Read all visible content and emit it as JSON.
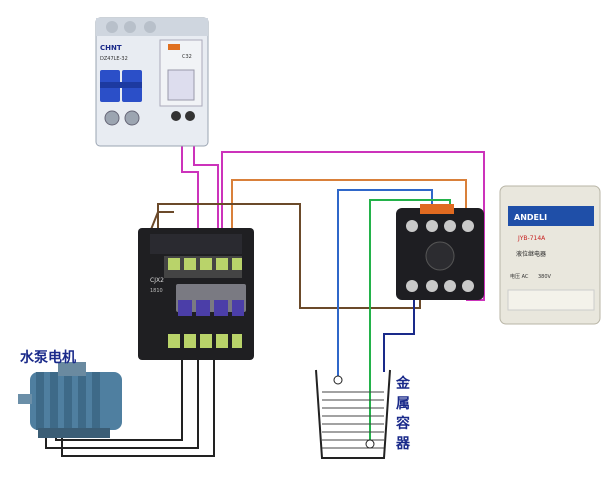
{
  "labels": {
    "pump_motor": "水泵电机",
    "metal_container": [
      "金",
      "属",
      "容",
      "器"
    ]
  },
  "breaker": {
    "brand": "CHNT",
    "model": "DZ47LE-32",
    "rating": "C32"
  },
  "contactor": {
    "brand": "CJX2",
    "model": "1810"
  },
  "relay": {
    "brand": "ANDELI",
    "model": "JYB-714A",
    "name": "液位继电器",
    "voltage_label": "电压 AC",
    "voltage_value": "380V"
  },
  "wire_colors": {
    "magenta": "#cc33bb",
    "orange": "#d9803a",
    "brown": "#6b4a2a",
    "blue": "#2f67c9",
    "green": "#23b24a",
    "dark_blue": "#1a2a8a",
    "black": "#222222"
  }
}
